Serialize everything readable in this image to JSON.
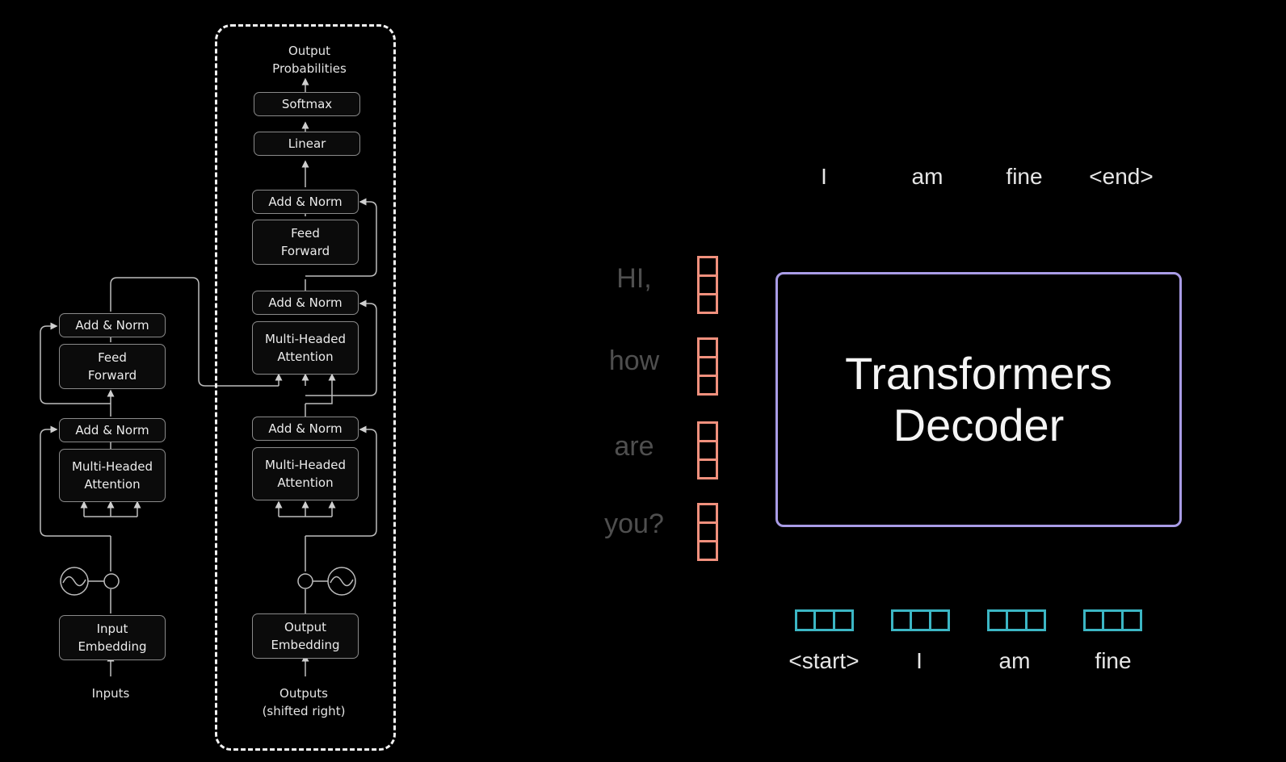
{
  "architecture": {
    "encoder": {
      "add_norm_top": "Add & Norm",
      "feed_forward": "Feed\nForward",
      "add_norm_bottom": "Add & Norm",
      "attention": "Multi-Headed\nAttention",
      "embedding": "Input\nEmbedding",
      "input_label": "Inputs"
    },
    "decoder": {
      "output_label": "Output\nProbabilities",
      "softmax": "Softmax",
      "linear": "Linear",
      "add_norm_3": "Add & Norm",
      "feed_forward": "Feed\nForward",
      "add_norm_2": "Add & Norm",
      "attention_2": "Multi-Headed\nAttention",
      "add_norm_1": "Add & Norm",
      "attention_1": "Multi-Headed\nAttention",
      "embedding": "Output\nEmbedding",
      "input_label": "Outputs\n(shifted right)"
    }
  },
  "encoder_words": [
    "HI,",
    "how",
    "are",
    "you?"
  ],
  "decoder_box": {
    "line1": "Transformers",
    "line2": "Decoder"
  },
  "output_tokens": [
    "I",
    "am",
    "fine",
    "<end>"
  ],
  "input_tokens": [
    "<start>",
    "I",
    "am",
    "fine"
  ],
  "colors": {
    "encoder_vectors": "#f0907d",
    "decoder_vectors": "#3cb6c4",
    "decoder_border": "#a99ce6",
    "faded_words": "#4f4f4f"
  }
}
